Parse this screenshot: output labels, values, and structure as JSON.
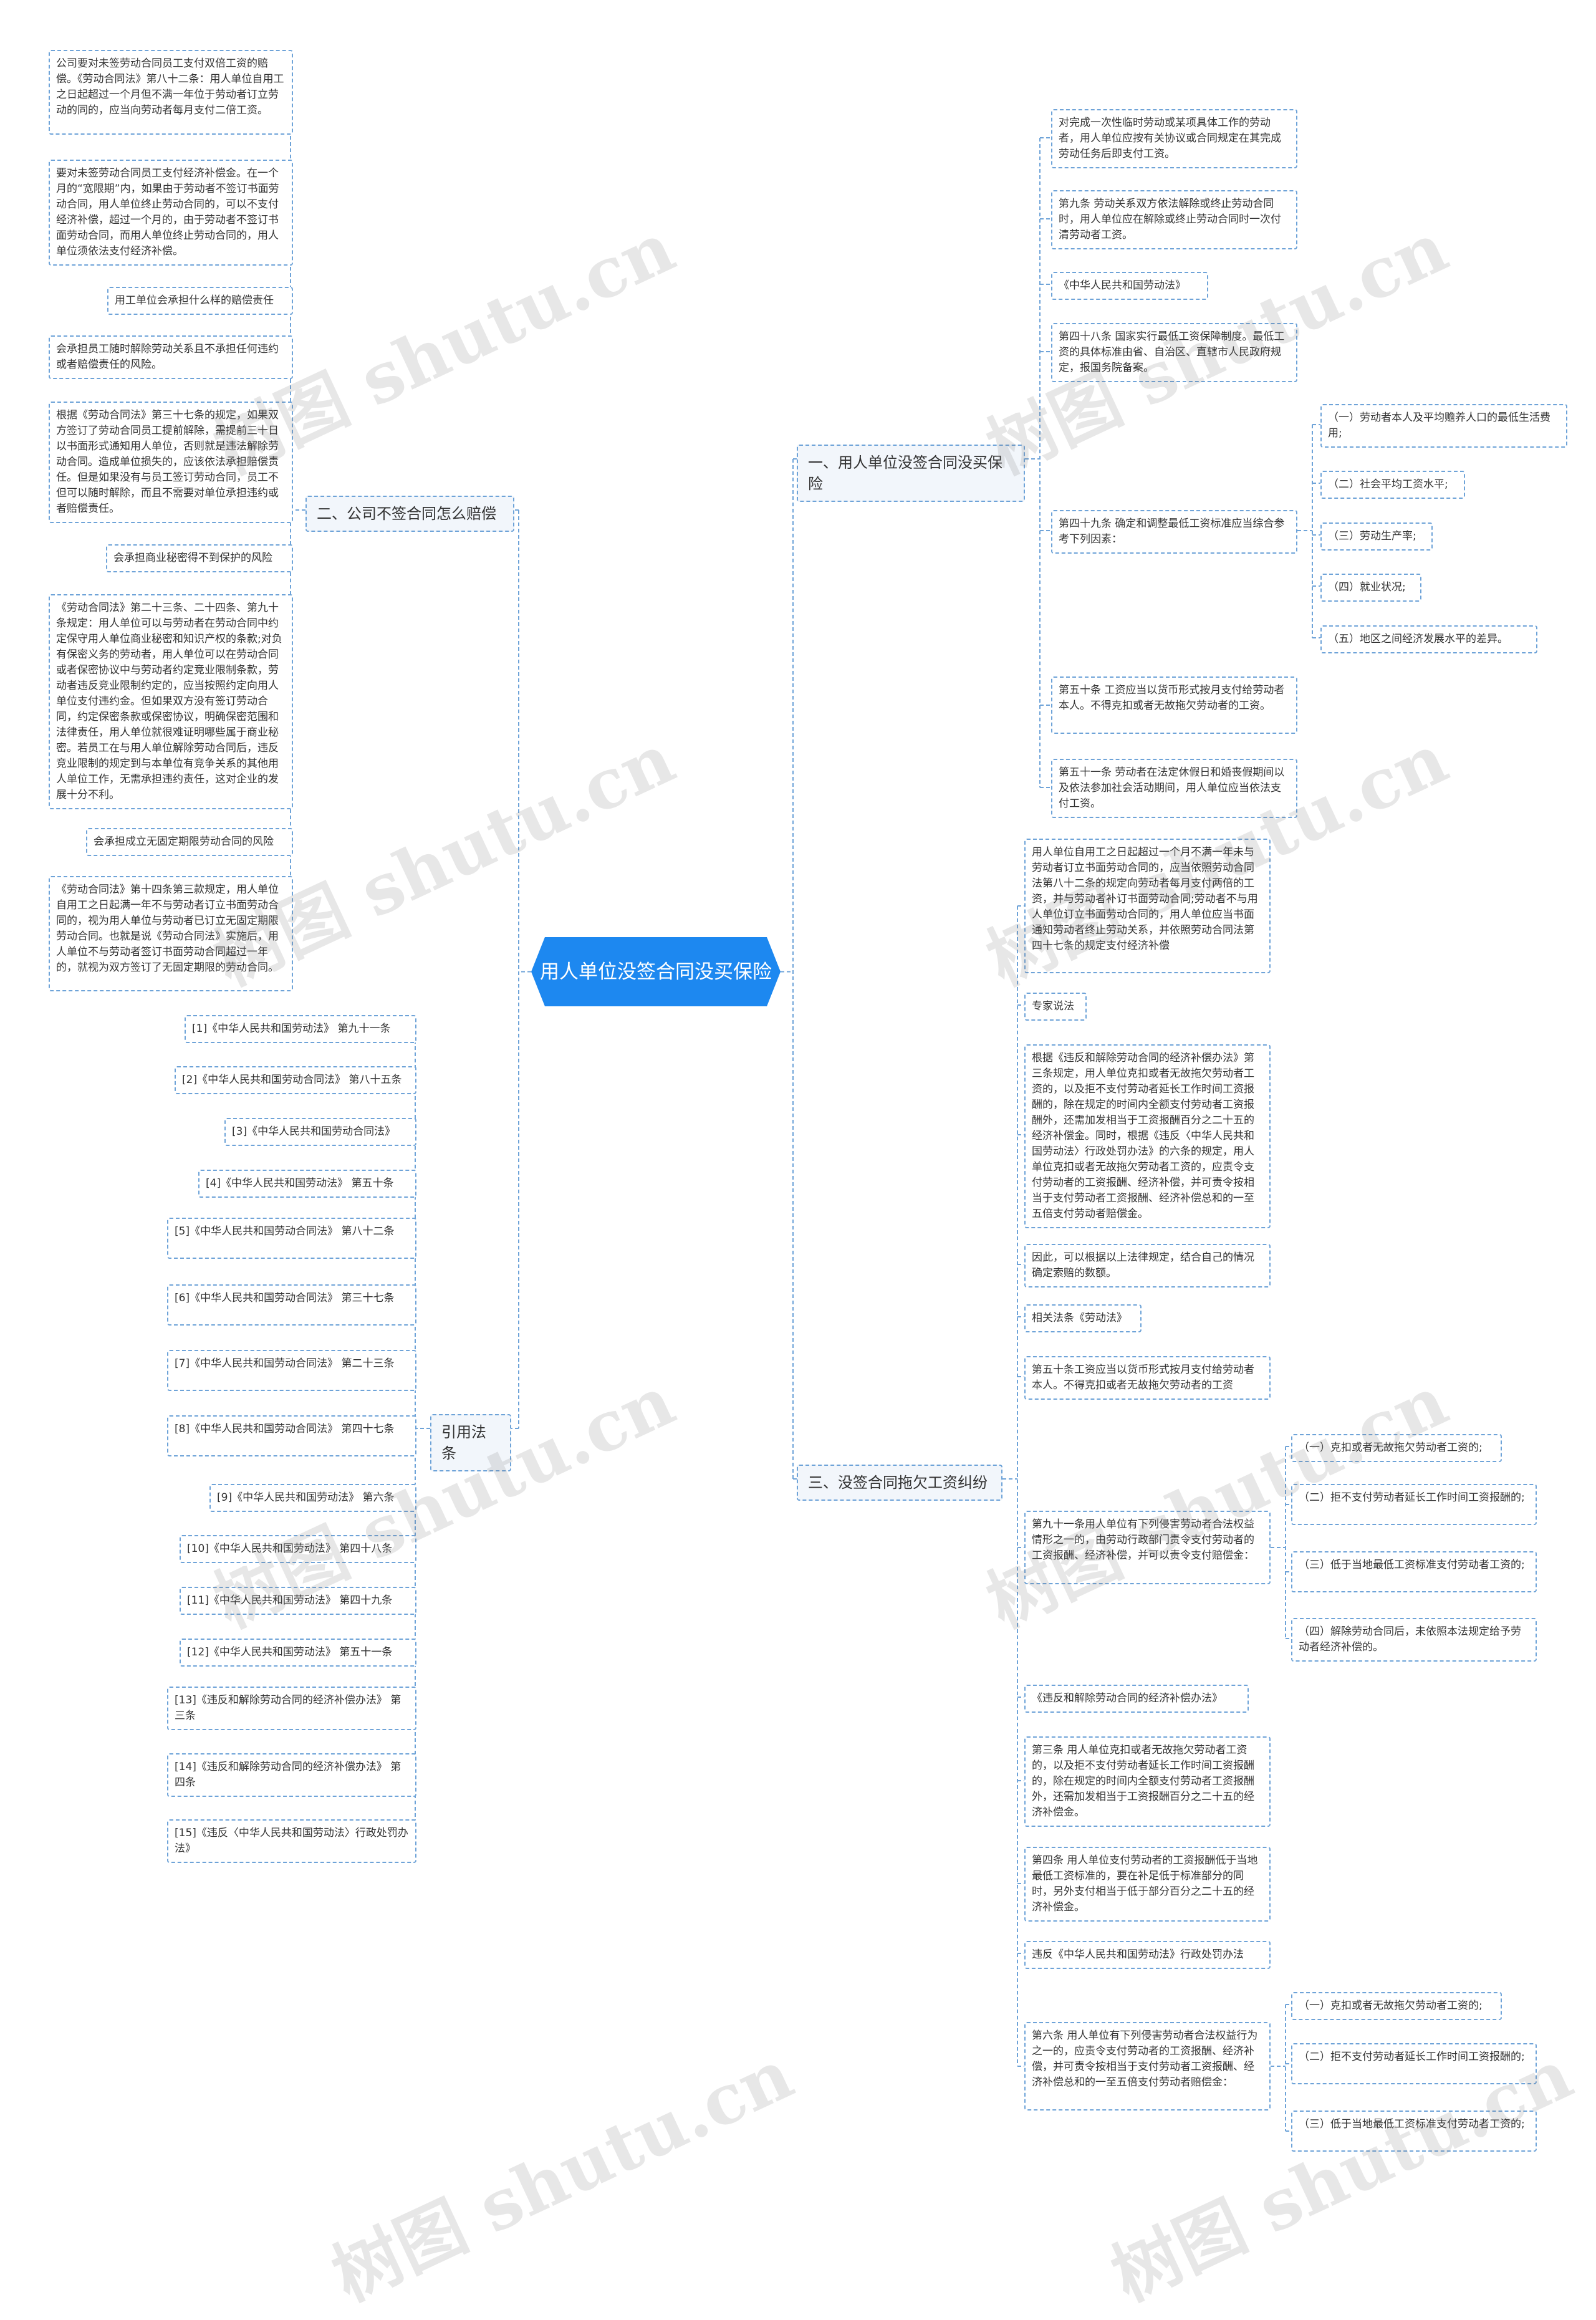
{
  "root": {
    "label": "用人单位没签合同没买保险"
  },
  "branches": [
    {
      "id": "b1",
      "label": "一、用人单位没签合同没买保险"
    },
    {
      "id": "b2",
      "label": "二、公司不签合同怎么赔偿"
    },
    {
      "id": "b3",
      "label": "三、没签合同拖欠工资纠纷"
    },
    {
      "id": "b4",
      "label": "引用法条"
    }
  ],
  "nodes": [
    {
      "id": "l1",
      "parent": "b2",
      "text": "公司要对未签劳动合同员工支付双倍工资的赔偿。《劳动合同法》第八十二条：用人单位自用工之日起超过一个月但不满一年位于劳动者订立劳动的同的，应当向劳动者每月支付二倍工资。"
    },
    {
      "id": "l2",
      "parent": "b2",
      "text": "要对未签劳动合同员工支付经济补偿金。在一个月的“宽限期”内，如果由于劳动者不签订书面劳动合同，用人单位终止劳动合同的，可以不支付经济补偿，超过一个月的，由于劳动者不签订书面劳动合同，而用人单位终止劳动合同的，用人单位须依法支付经济补偿。"
    },
    {
      "id": "l3",
      "parent": "b2",
      "text": "用工单位会承担什么样的赔偿责任"
    },
    {
      "id": "l4",
      "parent": "b2",
      "text": "会承担员工随时解除劳动关系且不承担任何违约或者赔偿责任的风险。"
    },
    {
      "id": "l5",
      "parent": "b2",
      "text": "根据《劳动合同法》第三十七条的规定，如果双方签订了劳动合同员工提前解除，需提前三十日以书面形式通知用人单位，否则就是违法解除劳动合同。造成单位损失的，应该依法承担赔偿责任。但是如果没有与员工签订劳动合同，员工不但可以随时解除，而且不需要对单位承担违约或者赔偿责任。"
    },
    {
      "id": "l6",
      "parent": "b2",
      "text": "会承担商业秘密得不到保护的风险"
    },
    {
      "id": "l7",
      "parent": "b2",
      "text": "《劳动合同法》第二十三条、二十四条、第九十条规定：用人单位可以与劳动者在劳动合同中约定保守用人单位商业秘密和知识产权的条款;对负有保密义务的劳动者，用人单位可以在劳动合同或者保密协议中与劳动者约定竞业限制条款，劳动者违反竞业限制约定的，应当按照约定向用人单位支付违约金。但如果双方没有签订劳动合同，约定保密条款或保密协议，明确保密范围和法律责任，用人单位就很难证明哪些属于商业秘密。若员工在与用人单位解除劳动合同后，违反竞业限制的规定到与本单位有竞争关系的其他用人单位工作，无需承担违约责任，这对企业的发展十分不利。"
    },
    {
      "id": "l8",
      "parent": "b2",
      "text": "会承担成立无固定期限劳动合同的风险"
    },
    {
      "id": "l9",
      "parent": "b2",
      "text": "《劳动合同法》第十四条第三款规定，用人单位自用工之日起满一年不与劳动者订立书面劳动合同的，视为用人单位与劳动者已订立无固定期限劳动合同。也就是说《劳动合同法》实施后，用人单位不与劳动者签订书面劳动合同超过一年的，就视为双方签订了无固定期限的劳动合同。"
    },
    {
      "id": "c1",
      "parent": "b4",
      "text": "[1]《中华人民共和国劳动法》 第九十一条"
    },
    {
      "id": "c2",
      "parent": "b4",
      "text": "[2]《中华人民共和国劳动合同法》 第八十五条"
    },
    {
      "id": "c3",
      "parent": "b4",
      "text": "[3]《中华人民共和国劳动合同法》"
    },
    {
      "id": "c4",
      "parent": "b4",
      "text": "[4]《中华人民共和国劳动法》 第五十条"
    },
    {
      "id": "c5",
      "parent": "b4",
      "text": "[5]《中华人民共和国劳动合同法》 第八十二条"
    },
    {
      "id": "c6",
      "parent": "b4",
      "text": "[6]《中华人民共和国劳动合同法》 第三十七条"
    },
    {
      "id": "c7",
      "parent": "b4",
      "text": "[7]《中华人民共和国劳动合同法》 第二十三条"
    },
    {
      "id": "c8",
      "parent": "b4",
      "text": "[8]《中华人民共和国劳动合同法》 第四十七条"
    },
    {
      "id": "c9",
      "parent": "b4",
      "text": "[9]《中华人民共和国劳动法》 第六条"
    },
    {
      "id": "c10",
      "parent": "b4",
      "text": "[10]《中华人民共和国劳动法》 第四十八条"
    },
    {
      "id": "c11",
      "parent": "b4",
      "text": "[11]《中华人民共和国劳动法》 第四十九条"
    },
    {
      "id": "c12",
      "parent": "b4",
      "text": "[12]《中华人民共和国劳动法》 第五十一条"
    },
    {
      "id": "c13",
      "parent": "b4",
      "text": "[13]《违反和解除劳动合同的经济补偿办法》 第三条"
    },
    {
      "id": "c14",
      "parent": "b4",
      "text": "[14]《违反和解除劳动合同的经济补偿办法》 第四条"
    },
    {
      "id": "c15",
      "parent": "b4",
      "text": "[15]《违反〈中华人民共和国劳动法〉行政处罚办法》"
    },
    {
      "id": "r1",
      "parent": "b1",
      "text": "对完成一次性临时劳动或某项具体工作的劳动者，用人单位应按有关协议或合同规定在其完成劳动任务后即支付工资。"
    },
    {
      "id": "r2",
      "parent": "b1",
      "text": "第九条 劳动关系双方依法解除或终止劳动合同时，用人单位应在解除或终止劳动合同时一次付清劳动者工资。"
    },
    {
      "id": "r3",
      "parent": "b1",
      "text": "《中华人民共和国劳动法》"
    },
    {
      "id": "r4",
      "parent": "b1",
      "text": "第四十八条 国家实行最低工资保障制度。最低工资的具体标准由省、自治区、直辖市人民政府规定，报国务院备案。"
    },
    {
      "id": "r5",
      "parent": "b1",
      "text": "第四十九条 确定和调整最低工资标准应当综合参考下列因素："
    },
    {
      "id": "r5a",
      "parent": "r5",
      "text": "（一）劳动者本人及平均赡养人口的最低生活费用;"
    },
    {
      "id": "r5b",
      "parent": "r5",
      "text": "（二）社会平均工资水平;"
    },
    {
      "id": "r5c",
      "parent": "r5",
      "text": "（三）劳动生产率;"
    },
    {
      "id": "r5d",
      "parent": "r5",
      "text": "（四）就业状况;"
    },
    {
      "id": "r5e",
      "parent": "r5",
      "text": "（五）地区之间经济发展水平的差异。"
    },
    {
      "id": "r6",
      "parent": "b1",
      "text": "第五十条 工资应当以货币形式按月支付给劳动者本人。不得克扣或者无故拖欠劳动者的工资。"
    },
    {
      "id": "r7",
      "parent": "b1",
      "text": "第五十一条 劳动者在法定休假日和婚丧假期间以及依法参加社会活动期间，用人单位应当依法支付工资。"
    },
    {
      "id": "s1",
      "parent": "b3",
      "text": "用人单位自用工之日起超过一个月不满一年未与劳动者订立书面劳动合同的，应当依照劳动合同法第八十二条的规定向劳动者每月支付两倍的工资，并与劳动者补订书面劳动合同;劳动者不与用人单位订立书面劳动合同的，用人单位应当书面通知劳动者终止劳动关系，并依照劳动合同法第四十七条的规定支付经济补偿"
    },
    {
      "id": "s2",
      "parent": "b3",
      "text": "专家说法"
    },
    {
      "id": "s3",
      "parent": "b3",
      "text": "根据《违反和解除劳动合同的经济补偿办法》第三条规定，用人单位克扣或者无故拖欠劳动者工资的，以及拒不支付劳动者延长工作时间工资报酬的，除在规定的时间内全额支付劳动者工资报酬外，还需加发相当于工资报酬百分之二十五的经济补偿金。同时，根据《违反〈中华人民共和国劳动法〉行政处罚办法》的六条的规定，用人单位克扣或者无故拖欠劳动者工资的，应责令支付劳动者的工资报酬、经济补偿，并可责令按相当于支付劳动者工资报酬、经济补偿总和的一至五倍支付劳动者赔偿金。"
    },
    {
      "id": "s4",
      "parent": "b3",
      "text": "因此，可以根据以上法律规定，结合自己的情况确定索赔的数额。"
    },
    {
      "id": "s5",
      "parent": "b3",
      "text": "相关法条《劳动法》"
    },
    {
      "id": "s6",
      "parent": "b3",
      "text": "第五十条工资应当以货币形式按月支付给劳动者本人。不得克扣或者无故拖欠劳动者的工资"
    },
    {
      "id": "s7",
      "parent": "b3",
      "text": "第九十一条用人单位有下列侵害劳动者合法权益情形之一的，由劳动行政部门责令支付劳动者的工资报酬、经济补偿，并可以责令支付赔偿金："
    },
    {
      "id": "s7a",
      "parent": "s7",
      "text": "（一）克扣或者无故拖欠劳动者工资的;"
    },
    {
      "id": "s7b",
      "parent": "s7",
      "text": "（二）拒不支付劳动者延长工作时间工资报酬的;"
    },
    {
      "id": "s7c",
      "parent": "s7",
      "text": "（三）低于当地最低工资标准支付劳动者工资的;"
    },
    {
      "id": "s7d",
      "parent": "s7",
      "text": "（四）解除劳动合同后，未依照本法规定给予劳动者经济补偿的。"
    },
    {
      "id": "s8",
      "parent": "b3",
      "text": "《违反和解除劳动合同的经济补偿办法》"
    },
    {
      "id": "s9",
      "parent": "b3",
      "text": "第三条 用人单位克扣或者无故拖欠劳动者工资的，以及拒不支付劳动者延长工作时间工资报酬的，除在规定的时间内全额支付劳动者工资报酬外，还需加发相当于工资报酬百分之二十五的经济补偿金。"
    },
    {
      "id": "s10",
      "parent": "b3",
      "text": "第四条 用人单位支付劳动者的工资报酬低于当地最低工资标准的，要在补足低于标准部分的同时，另外支付相当于低于部分百分之二十五的经济补偿金。"
    },
    {
      "id": "s11",
      "parent": "b3",
      "text": "违反《中华人民共和国劳动法》行政处罚办法"
    },
    {
      "id": "s12",
      "parent": "b3",
      "text": "第六条 用人单位有下列侵害劳动者合法权益行为之一的，应责令支付劳动者的工资报酬、经济补偿，并可责令按相当于支付劳动者工资报酬、经济补偿总和的一至五倍支付劳动者赔偿金："
    },
    {
      "id": "s12a",
      "parent": "s12",
      "text": "（一）克扣或者无故拖欠劳动者工资的;"
    },
    {
      "id": "s12b",
      "parent": "s12",
      "text": "（二）拒不支付劳动者延长工作时间工资报酬的;"
    },
    {
      "id": "s12c",
      "parent": "s12",
      "text": "（三）低于当地最低工资标准支付劳动者工资的;"
    }
  ],
  "watermark": "树图 shutu.cn",
  "colors": {
    "root": "#1d88f0",
    "line": "#6ea3d8",
    "node_border": "#6ea3d8",
    "branch_bg": "#f2f6fb"
  }
}
